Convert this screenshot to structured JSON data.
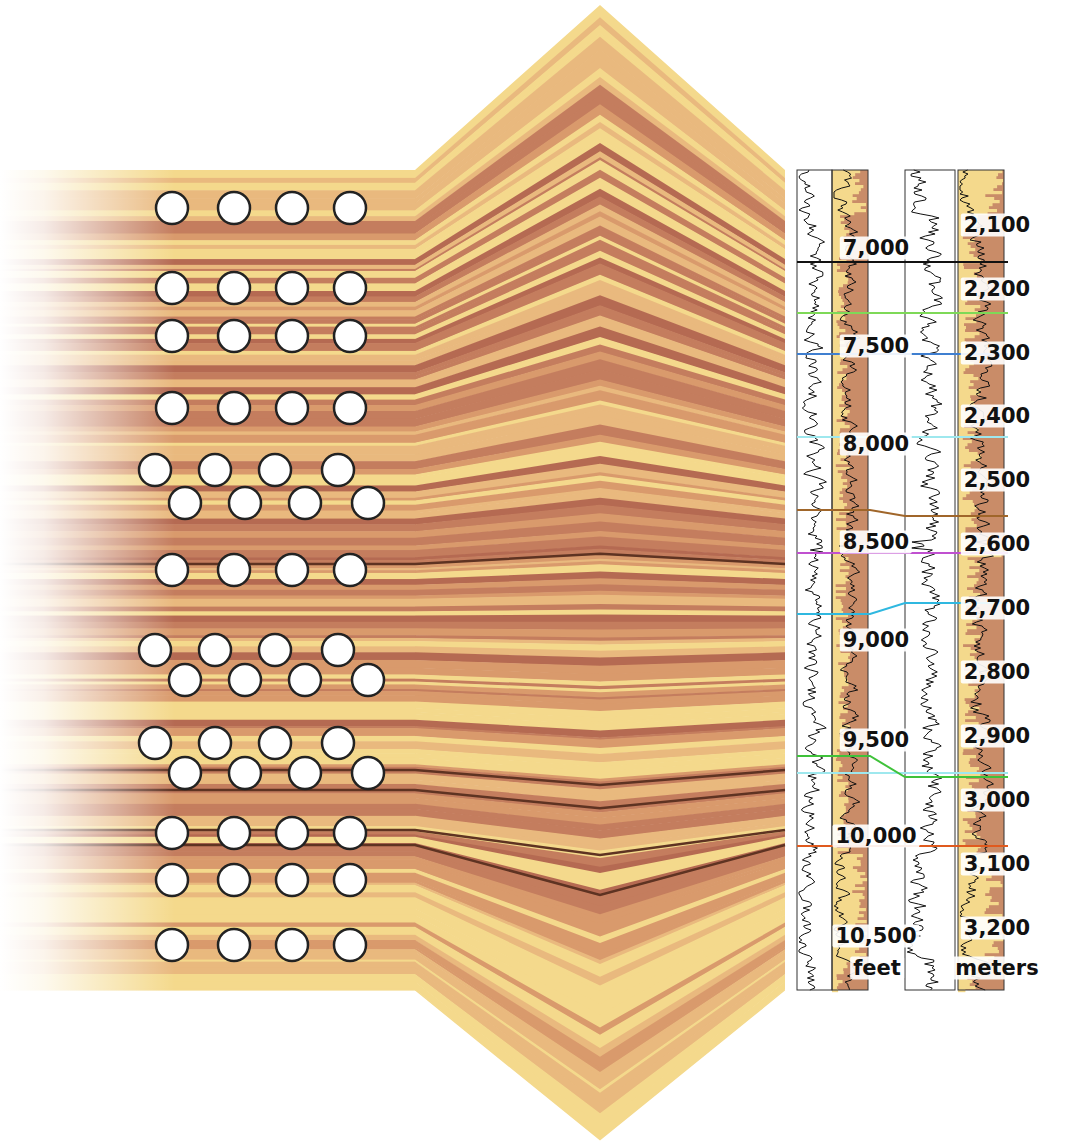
{
  "diagram": {
    "labels": [
      "7,000",
      "7,500",
      "8,000",
      "8,500",
      "9,000",
      "9,500",
      "10,000",
      "10,500",
      "feet",
      "2,100",
      "2,200",
      "2,300",
      "2,400",
      "2,500",
      "2,600",
      "2,700",
      "2,800",
      "2,900",
      "3,000",
      "3,100",
      "3,200",
      "meters"
    ]
  }
}
